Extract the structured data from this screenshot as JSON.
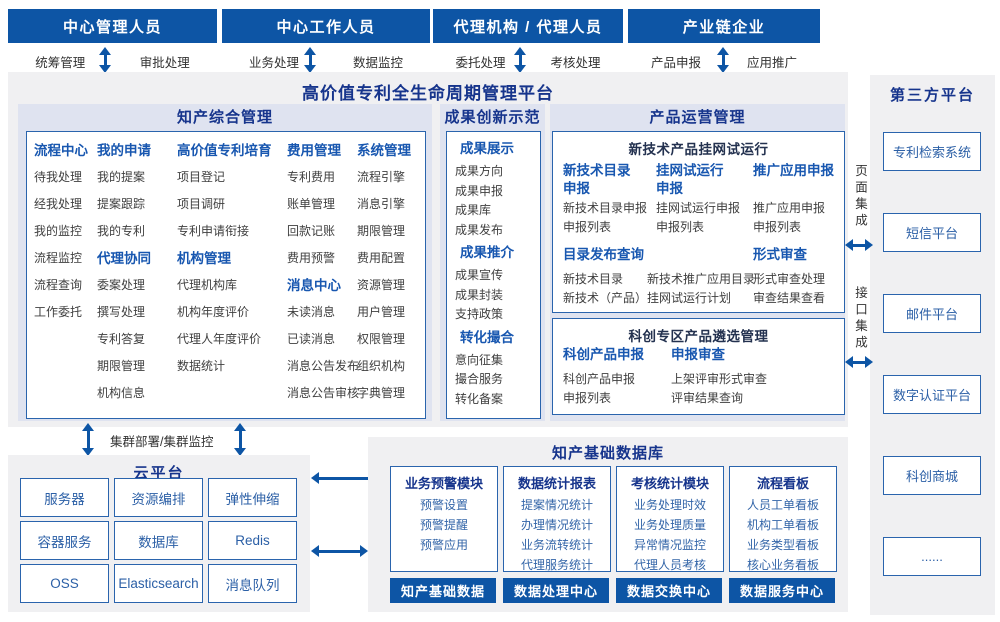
{
  "colors": {
    "primary_blue": "#0d55a5",
    "border_blue": "#2a64ad",
    "heading_blue": "#1857b0",
    "navy_title": "#16348c",
    "panel_gray": "#f0f0f2",
    "panel_lavender": "#dfe3f0",
    "item_text": "#3f3f3f",
    "link_blue": "#2b5fa6"
  },
  "actors": [
    {
      "title": "中心管理人员",
      "left_label": "统筹管理",
      "right_label": "审批处理"
    },
    {
      "title": "中心工作人员",
      "left_label": "业务处理",
      "right_label": "数据监控"
    },
    {
      "title": "代理机构 / 代理人员",
      "left_label": "委托处理",
      "right_label": "考核处理"
    },
    {
      "title": "产业链企业",
      "left_label": "产品申报",
      "right_label": "应用推广"
    }
  ],
  "platform_title": "高价值专利全生命周期管理平台",
  "ip_mgmt": {
    "title": "知产综合管理",
    "columns": [
      [
        {
          "text": "流程中心",
          "cls": "hd"
        },
        "待我处理",
        "经我处理",
        "我的监控",
        "流程监控",
        "流程查询",
        "工作委托"
      ],
      [
        {
          "text": "我的申请",
          "cls": "hd"
        },
        "我的提案",
        "提案跟踪",
        "我的专利",
        {
          "text": "代理协同",
          "cls": "hd"
        },
        "委案处理",
        "撰写处理",
        "专利答复",
        "期限管理",
        "机构信息"
      ],
      [
        {
          "text": "高价值专利培育",
          "cls": "hd"
        },
        "项目登记",
        "项目调研",
        "专利申请衔接",
        {
          "text": "机构管理",
          "cls": "hd"
        },
        "代理机构库",
        "机构年度评价",
        "代理人年度评价",
        "数据统计"
      ],
      [
        {
          "text": "费用管理",
          "cls": "hd"
        },
        "专利费用",
        "账单管理",
        "回款记账",
        "费用预警",
        {
          "text": "消息中心",
          "cls": "hd"
        },
        "未读消息",
        "已读消息",
        "消息公告发布",
        "消息公告审核"
      ],
      [
        {
          "text": "系统管理",
          "cls": "hd"
        },
        "流程引擎",
        "消息引擎",
        "期限管理",
        "费用配置",
        "资源管理",
        "用户管理",
        "权限管理",
        "组织机构",
        "字典管理"
      ]
    ]
  },
  "achievement": {
    "title": "成果创新示范",
    "entries": [
      {
        "text": "成果展示",
        "cls": "hd"
      },
      "成果方向",
      "成果申报",
      "成果库",
      "成果发布",
      {
        "text": "成果推介",
        "cls": "hd"
      },
      "成果宣传",
      "成果封装",
      "支持政策",
      {
        "text": "转化撮合",
        "cls": "hd"
      },
      "意向征集",
      "撮合服务",
      "转化备案"
    ]
  },
  "product_ops": {
    "title": "产品运营管理",
    "trial_box": {
      "title": "新技术产品挂网试运行",
      "columns": [
        {
          "heading": "新技术目录\n申报",
          "items": [
            "新技术目录申报",
            "申报列表"
          ]
        },
        {
          "heading": "挂网试运行\n申报",
          "items": [
            "挂网试运行申报",
            "申报列表"
          ]
        },
        {
          "heading": "推广应用申报",
          "items": [
            "推广应用申报",
            "申报列表"
          ]
        }
      ],
      "catalog": {
        "heading": "目录发布查询",
        "row1": [
          "新技术目录",
          "新技术推广应用目录"
        ],
        "row2": "新技术（产品）挂网试运行计划"
      },
      "review": {
        "heading": "形式审查",
        "items": [
          "形式审查处理",
          "审查结果查看"
        ]
      }
    },
    "select_box": {
      "title": "科创专区产品遴选管理",
      "columns": [
        {
          "heading": "科创产品申报",
          "items": [
            "科创产品申报",
            "申报列表"
          ]
        },
        {
          "heading": "申报审查",
          "items": [
            "上架评审形式审查",
            "评审结果查询"
          ]
        }
      ]
    }
  },
  "third_party": {
    "title": "第三方平台",
    "page_integration": "页面集成",
    "api_integration": "接口集成",
    "boxes": [
      "专利检索系统",
      "短信平台",
      "邮件平台",
      "数字认证平台",
      "科创商城",
      "......"
    ]
  },
  "cluster_label": "集群部署/集群监控",
  "cloud": {
    "title": "云平台",
    "boxes": [
      "服务器",
      "资源编排",
      "弹性伸缩",
      "容器服务",
      "数据库",
      "Redis",
      "OSS",
      "Elasticsearch",
      "消息队列"
    ]
  },
  "db": {
    "title": "知产基础数据库",
    "modules": [
      {
        "title": "业务预警模块",
        "items": [
          "预警设置",
          "预警提醒",
          "预警应用"
        ]
      },
      {
        "title": "数据统计报表",
        "items": [
          "提案情况统计",
          "办理情况统计",
          "业务流转统计",
          "代理服务统计"
        ]
      },
      {
        "title": "考核统计模块",
        "items": [
          "业务处理时效",
          "业务处理质量",
          "异常情况监控",
          "代理人员考核"
        ]
      },
      {
        "title": "流程看板",
        "items": [
          "人员工单看板",
          "机构工单看板",
          "业务类型看板",
          "核心业务看板"
        ]
      }
    ],
    "bars": [
      "知产基础数据",
      "数据处理中心",
      "数据交换中心",
      "数据服务中心"
    ]
  }
}
